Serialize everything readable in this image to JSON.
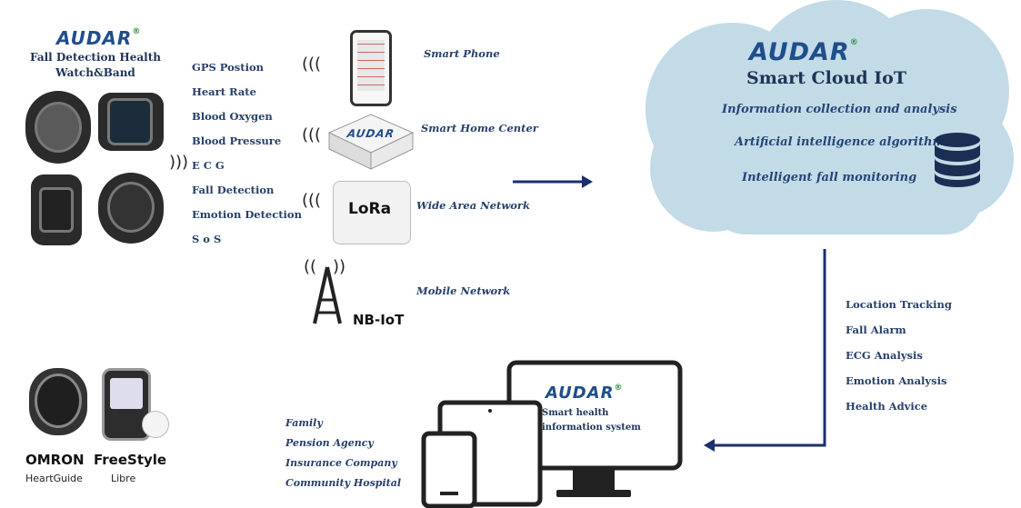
{
  "header": {
    "logo": "AUDAR",
    "title_line1": "Fall Detection Health",
    "title_line2": "Watch&Band"
  },
  "features": [
    "GPS Postion",
    "Heart Rate",
    "Blood Oxygen",
    "Blood Pressure",
    "E C G",
    "Fall Detection",
    "Emotion Detection",
    "S o S"
  ],
  "channels": {
    "phone": "Smart Phone",
    "home_center": "Smart Home Center",
    "home_center_logo": "AUDAR",
    "wan": "Wide Area Network",
    "lora_label": "LoRa",
    "mobile": "Mobile Network",
    "nbiot_label": "NB-IoT"
  },
  "cloud": {
    "logo": "AUDAR",
    "title": "Smart Cloud IoT",
    "lines": [
      "Information collection and analysis",
      "Artificial intelligence algorithm",
      "Intelligent fall monitoring"
    ]
  },
  "services": [
    "Location Tracking",
    "Fall Alarm",
    "ECG Analysis",
    "Emotion Analysis",
    "Health Advice"
  ],
  "system": {
    "logo": "AUDAR",
    "line1": "Smart health",
    "line2": "information system"
  },
  "users": [
    "Family",
    "Pension Agency",
    "Insurance Company",
    "Community Hospital"
  ],
  "partners": [
    {
      "brand": "OMRON",
      "product": "HeartGuide"
    },
    {
      "brand": "FreeStyle",
      "product": "Libre"
    }
  ],
  "colors": {
    "cloud": "#c3dbe6",
    "arrow": "#1b2f6e",
    "logo": "#1f4e8c"
  }
}
